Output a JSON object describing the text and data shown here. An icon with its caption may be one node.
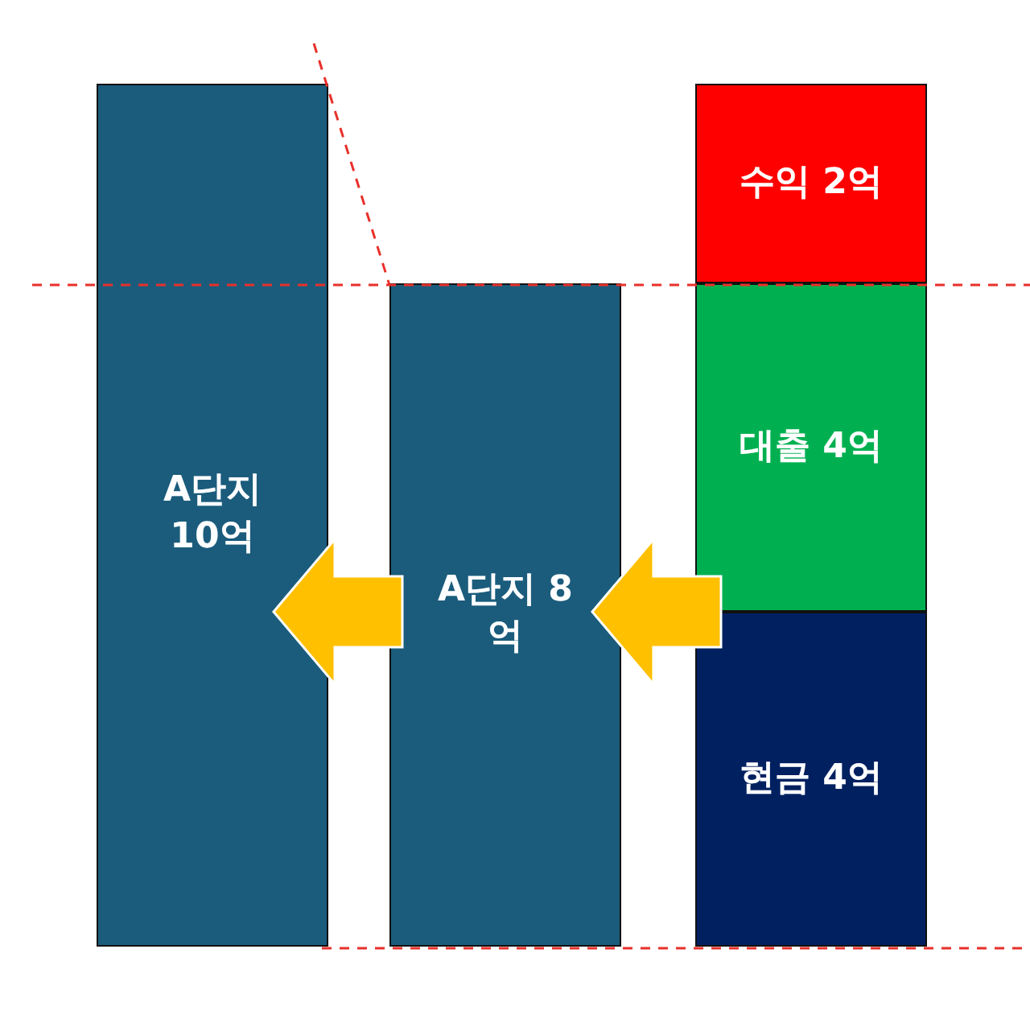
{
  "diagram": {
    "nodes": [
      {
        "text": [
          "A단지 10억"
        ]
      },
      {
        "text": [
          "A단지 8억"
        ]
      },
      {
        "text": [
          "수익 2억"
        ]
      },
      {
        "text": [
          "대출 4억"
        ]
      },
      {
        "text": [
          "현금 4억"
        ]
      }
    ],
    "edges": [
      {
        "from": 1,
        "to": 0,
        "arrow": "to",
        "style": "thick"
      },
      {
        "from": 4,
        "to": 1,
        "arrow": "to",
        "style": "thick"
      }
    ]
  }
}
